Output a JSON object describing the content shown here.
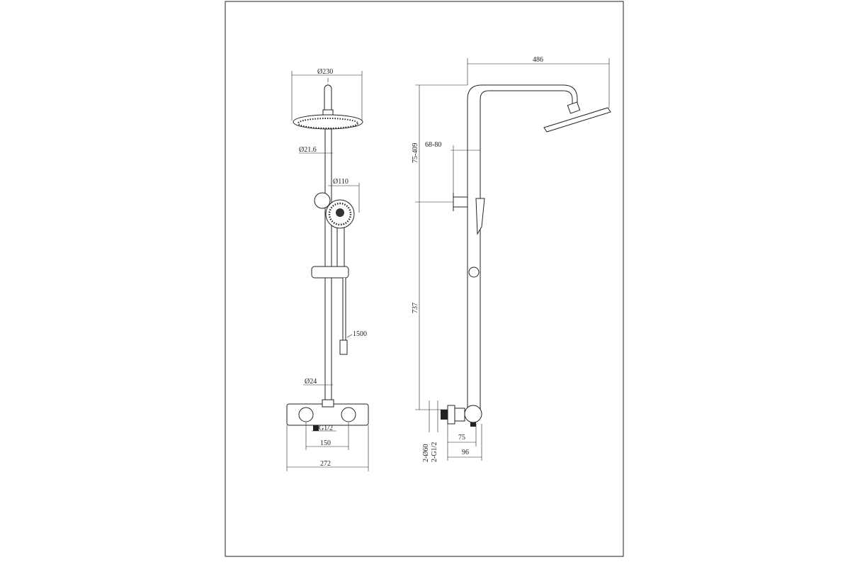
{
  "front_view": {
    "head_diameter": "Ø230",
    "pipe_diameter": "Ø21.6",
    "hand_shower_diameter": "Ø110",
    "hose_length": "1500",
    "lower_pipe_diameter": "Ø24",
    "inlet_thread": "G1/2",
    "inlet_spacing": "150",
    "mixer_width": "272"
  },
  "side_view": {
    "arm_reach": "486",
    "height_adjust": "75-409",
    "wall_offset": "68-80",
    "rail_height": "737",
    "escutcheon": "2-Ø60",
    "connection": "2-G1/2",
    "depth_a": "75",
    "depth_b": "96"
  }
}
